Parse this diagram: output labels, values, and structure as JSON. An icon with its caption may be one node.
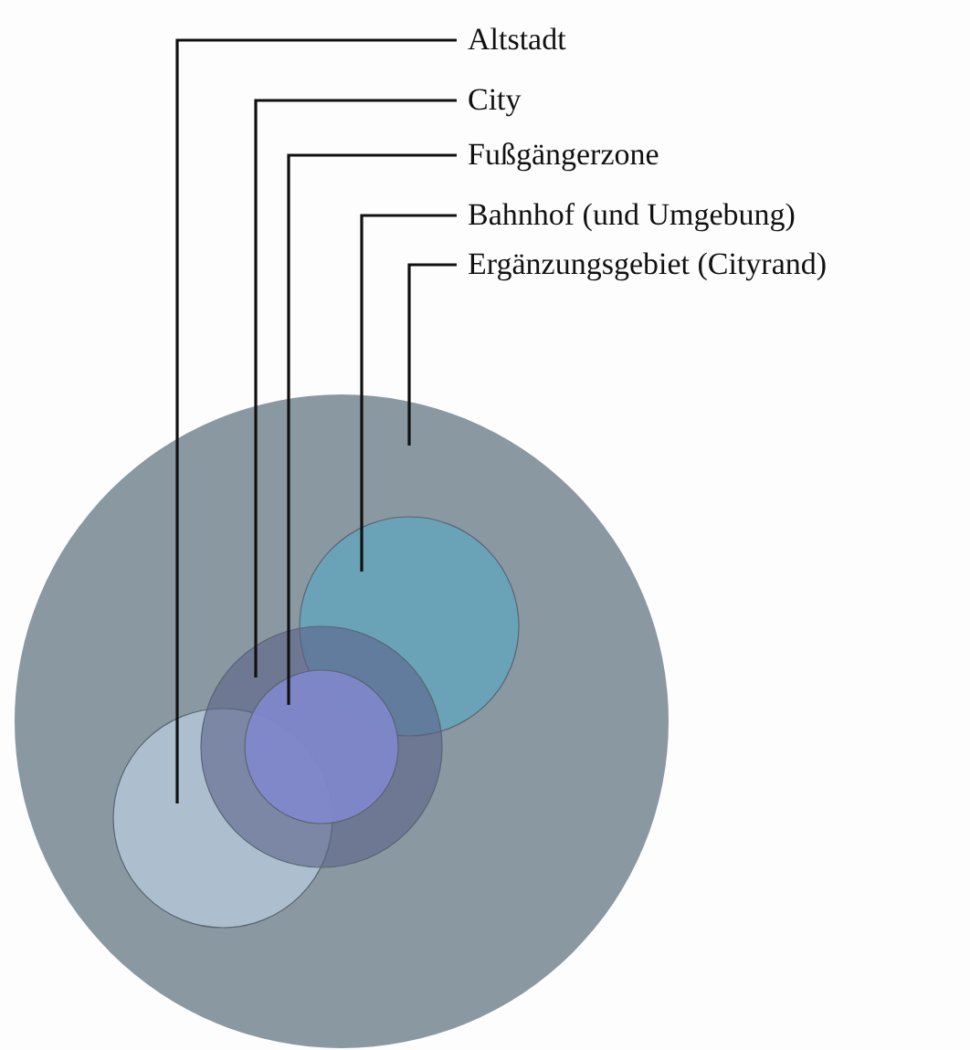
{
  "diagram": {
    "nodes": [
      {
        "text": [
          "Altstadt"
        ]
      },
      {
        "text": [
          "City"
        ]
      },
      {
        "text": [
          "Fußgängerzone"
        ]
      },
      {
        "text": [
          "Bahnhof (und Umgebung)"
        ]
      },
      {
        "text": [
          "Ergänzungsgebiet (Cityrand)"
        ]
      },
      {
        "text": [],
        "shape": "circle"
      },
      {
        "text": [],
        "shape": "circle",
        "in": 5
      },
      {
        "text": [],
        "shape": "circle",
        "in": 5
      },
      {
        "text": [],
        "shape": "circle",
        "in": 7
      },
      {
        "text": [],
        "shape": "circle",
        "in": 5
      }
    ],
    "edges": [
      {
        "from": 0,
        "to": 9,
        "arrow": "none"
      },
      {
        "from": 1,
        "to": 7,
        "arrow": "none"
      },
      {
        "from": 2,
        "to": 8,
        "arrow": "none"
      },
      {
        "from": 3,
        "to": 6,
        "arrow": "none"
      },
      {
        "from": 4,
        "to": 5,
        "arrow": "none"
      }
    ]
  }
}
